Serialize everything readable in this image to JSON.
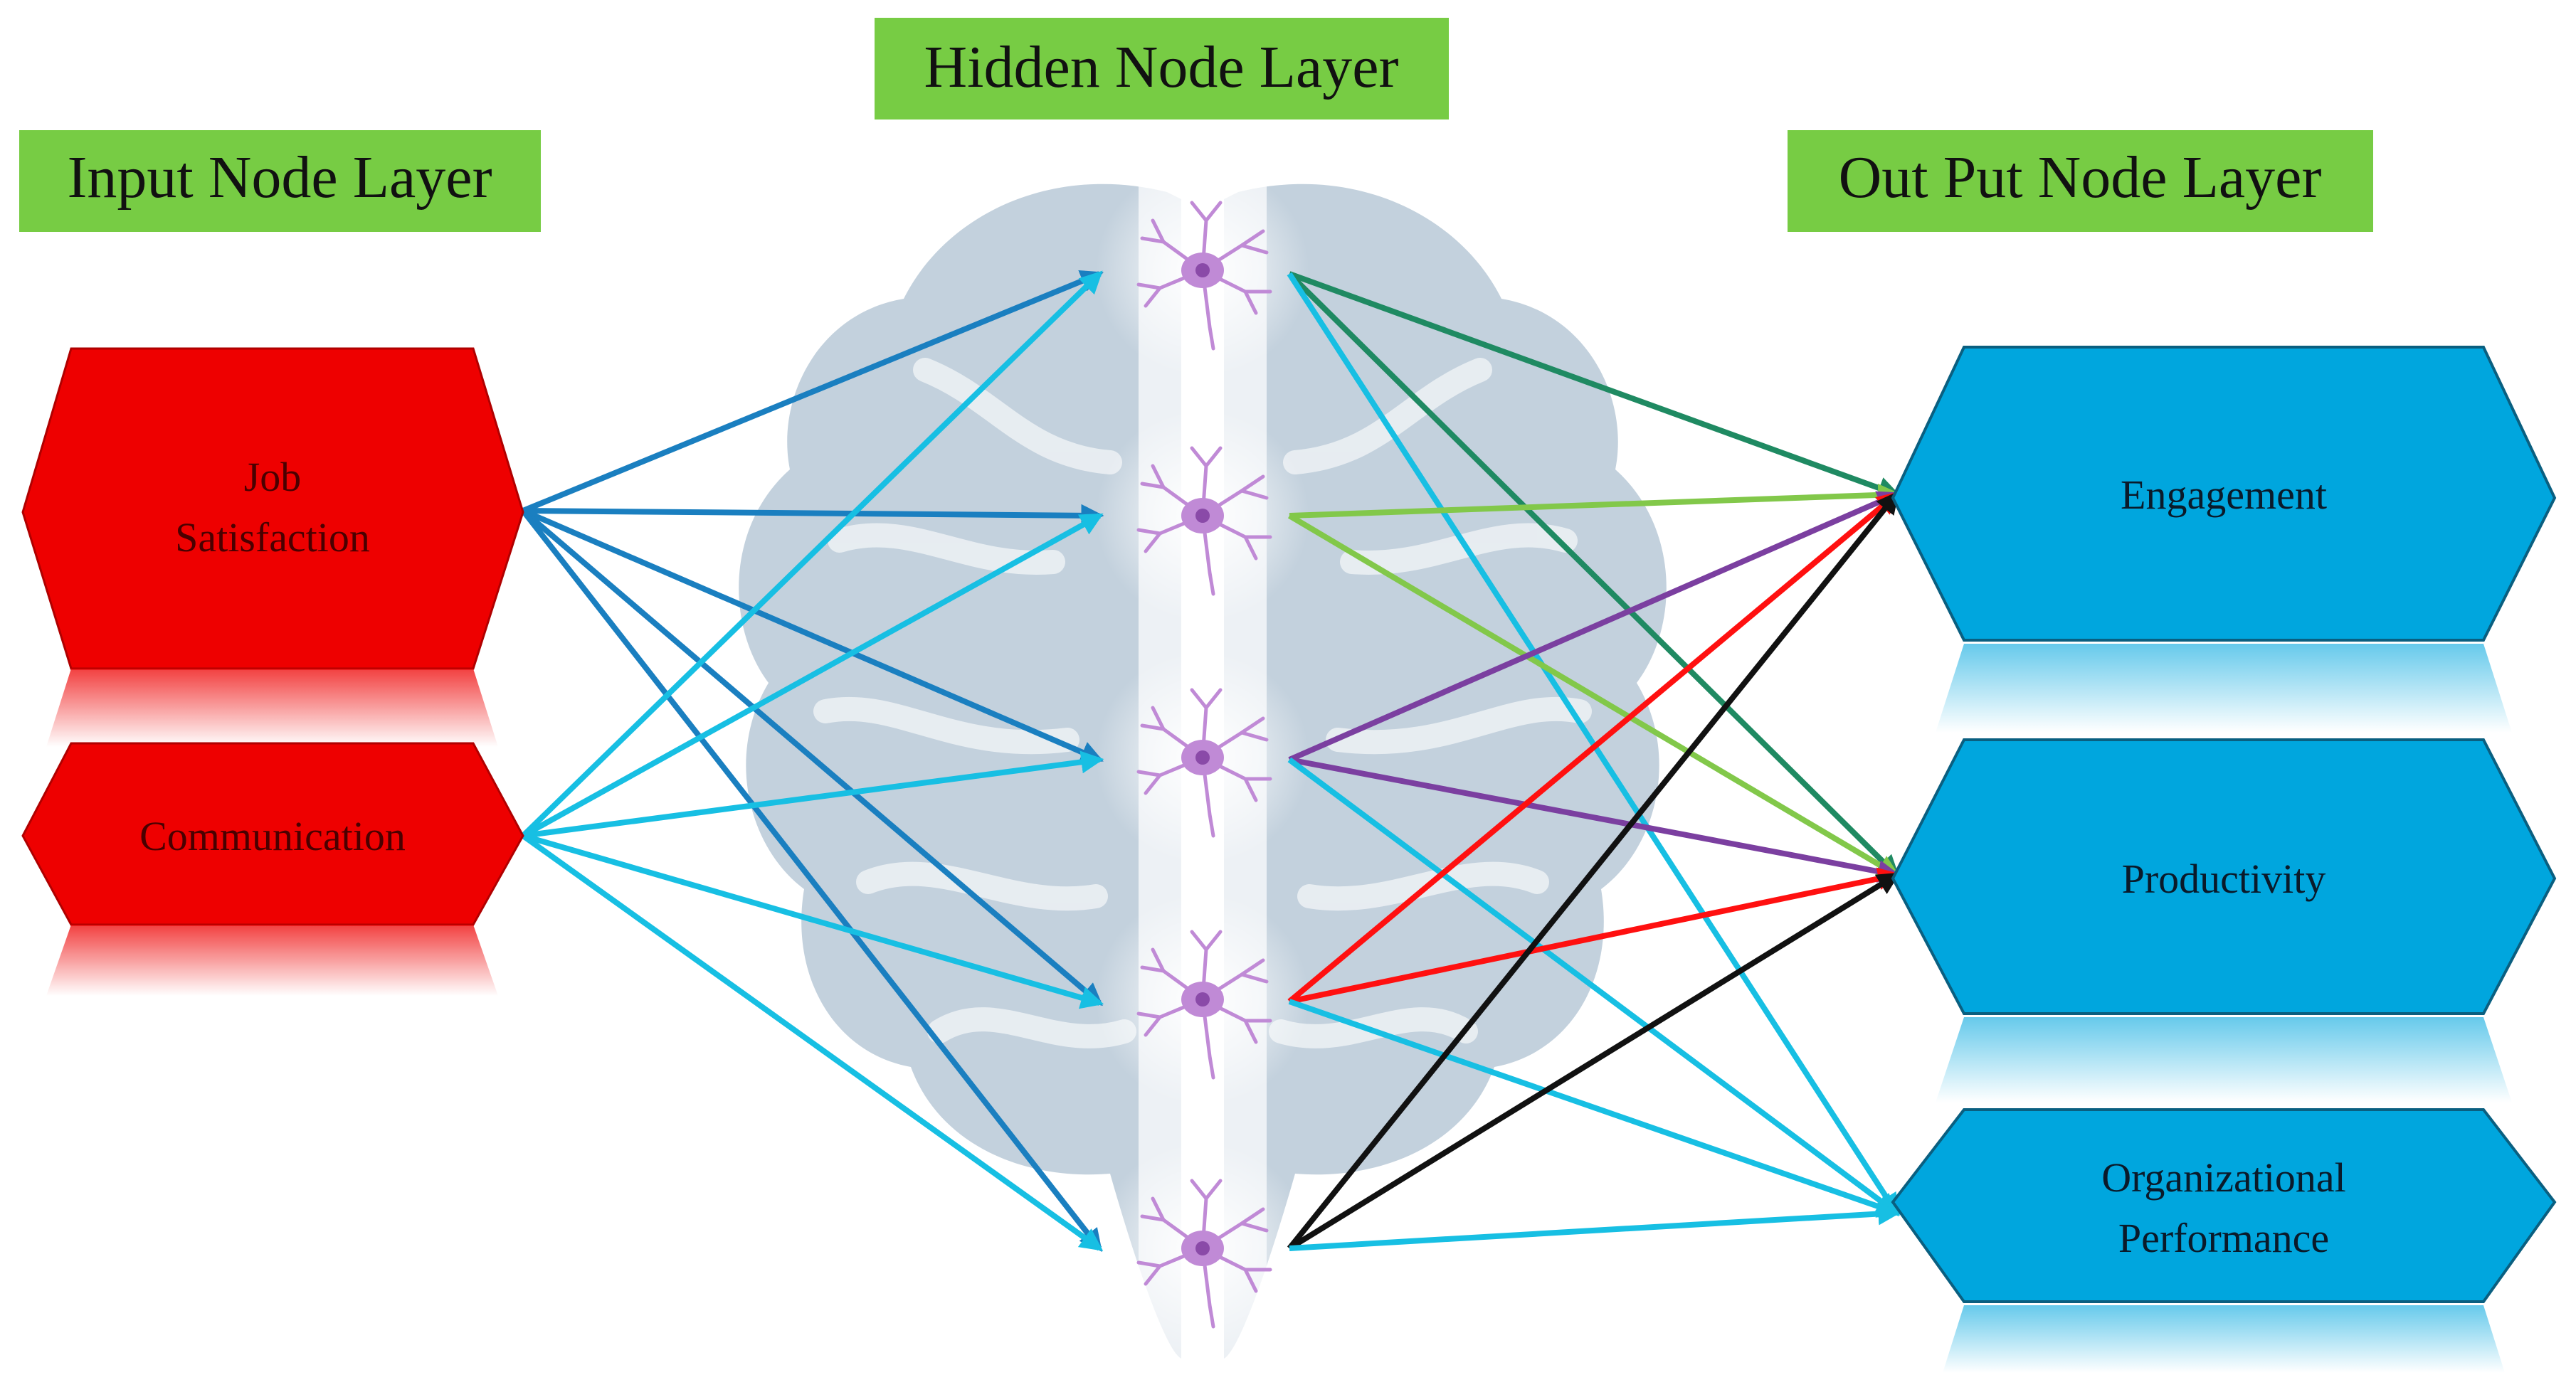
{
  "headers": {
    "input": "Input Node Layer",
    "hidden": "Hidden Node Layer",
    "output": "Out Put Node Layer"
  },
  "inputs": {
    "job": {
      "line1": "Job",
      "line2": "Satisfaction"
    },
    "communication": "Communication"
  },
  "outputs": {
    "engagement": "Engagement",
    "productivity": "Productivity",
    "org": {
      "line1": "Organizational",
      "line2": "Performance"
    }
  },
  "colors": {
    "header_bg": "#77cc44",
    "input_fill": "#ee0000",
    "output_fill": "#00a6de",
    "brain": "#c3d1dd",
    "neuron": "#c08ad6",
    "arrow_job": "#1a7fc0",
    "arrow_comm": "#17bfe3",
    "arrow_dark_green": "#1f8a62",
    "arrow_light_green": "#82c84a",
    "arrow_purple": "#7b3fa0",
    "arrow_red": "#ff1010",
    "arrow_black": "#111111",
    "arrow_cyan": "#17bfe3"
  },
  "connections": {
    "inputs_to_hidden": [
      {
        "from": "job",
        "to": "hidden-1",
        "color": "arrow_job"
      },
      {
        "from": "job",
        "to": "hidden-2",
        "color": "arrow_job"
      },
      {
        "from": "job",
        "to": "hidden-3",
        "color": "arrow_job"
      },
      {
        "from": "job",
        "to": "hidden-4",
        "color": "arrow_job"
      },
      {
        "from": "job",
        "to": "hidden-5",
        "color": "arrow_job"
      },
      {
        "from": "communication",
        "to": "hidden-1",
        "color": "arrow_comm"
      },
      {
        "from": "communication",
        "to": "hidden-2",
        "color": "arrow_comm"
      },
      {
        "from": "communication",
        "to": "hidden-3",
        "color": "arrow_comm"
      },
      {
        "from": "communication",
        "to": "hidden-4",
        "color": "arrow_comm"
      },
      {
        "from": "communication",
        "to": "hidden-5",
        "color": "arrow_comm"
      }
    ],
    "hidden_to_outputs": [
      {
        "from": "hidden-1",
        "to": "engagement",
        "color": "arrow_dark_green"
      },
      {
        "from": "hidden-1",
        "to": "productivity",
        "color": "arrow_dark_green"
      },
      {
        "from": "hidden-1",
        "to": "org",
        "color": "arrow_cyan"
      },
      {
        "from": "hidden-2",
        "to": "engagement",
        "color": "arrow_light_green"
      },
      {
        "from": "hidden-2",
        "to": "productivity",
        "color": "arrow_light_green"
      },
      {
        "from": "hidden-3",
        "to": "engagement",
        "color": "arrow_purple"
      },
      {
        "from": "hidden-3",
        "to": "productivity",
        "color": "arrow_purple"
      },
      {
        "from": "hidden-3",
        "to": "org",
        "color": "arrow_cyan"
      },
      {
        "from": "hidden-4",
        "to": "engagement",
        "color": "arrow_red"
      },
      {
        "from": "hidden-4",
        "to": "productivity",
        "color": "arrow_red"
      },
      {
        "from": "hidden-4",
        "to": "org",
        "color": "arrow_cyan"
      },
      {
        "from": "hidden-5",
        "to": "engagement",
        "color": "arrow_black"
      },
      {
        "from": "hidden-5",
        "to": "productivity",
        "color": "arrow_black"
      },
      {
        "from": "hidden-5",
        "to": "org",
        "color": "arrow_cyan"
      }
    ]
  }
}
